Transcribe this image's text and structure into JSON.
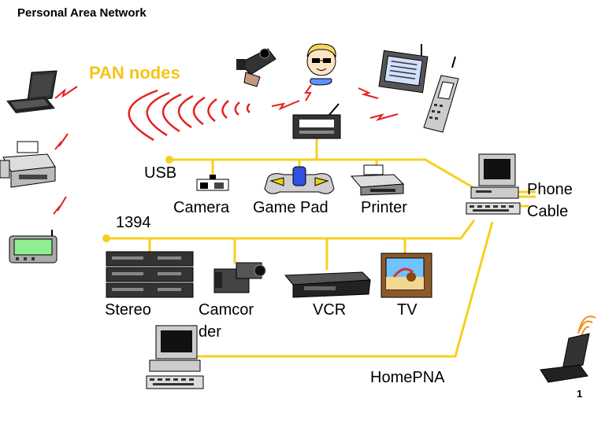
{
  "title": "Personal Area Network",
  "pan_label": "PAN nodes",
  "bus_labels": {
    "usb": "USB",
    "firewire": "1394",
    "phone_line_1": "Phone",
    "phone_line_2": "Cable",
    "homepna": "HomePNA"
  },
  "device_labels": {
    "camera": "Camera",
    "gamepad": "Game Pad",
    "printer": "Printer",
    "stereo": "Stereo",
    "camcorder_1": "Camcor",
    "camcorder_2": "der",
    "vcr": "VCR",
    "tv": "TV"
  },
  "page_number": "1",
  "colors": {
    "bus": "#f5d020",
    "wireless": "#e62020",
    "pan_text": "#f5c518",
    "screen_green": "#90ee90",
    "device_gray": "#c8c8c8"
  }
}
